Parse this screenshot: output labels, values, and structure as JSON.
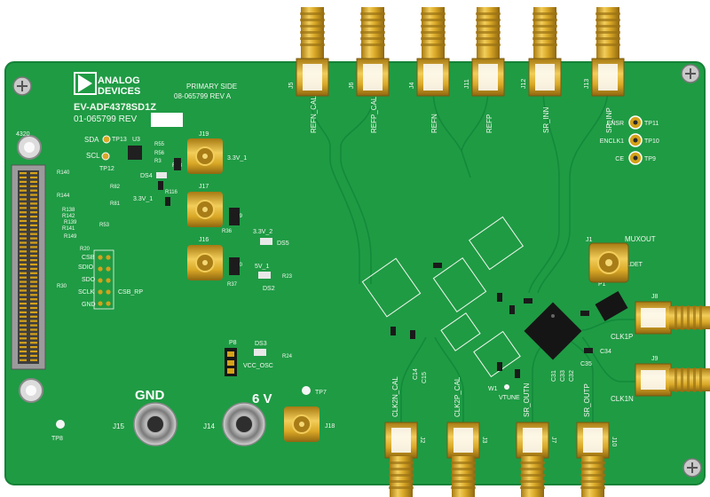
{
  "board": {
    "logo_line1": "ANALOG",
    "logo_line2": "DEVICES",
    "model": "EV-ADF4378SD1Z",
    "part_number": "01-065799 REV",
    "primary_side_1": "PRIMARY SIDE",
    "primary_side_2": "08-065799 REV A",
    "footprint_label": "4320"
  },
  "connectors_top": [
    {
      "ref": "J5",
      "label": "REFN_CAL"
    },
    {
      "ref": "J6",
      "label": "REFP_CAL"
    },
    {
      "ref": "J4",
      "label": "REFN"
    },
    {
      "ref": "J11",
      "label": "REFP"
    },
    {
      "ref": "J12",
      "label": "SR_INN"
    },
    {
      "ref": "J13",
      "label": "SR_INP"
    }
  ],
  "connectors_bottom": [
    {
      "ref": "J2",
      "label": "CLK2N_CAL"
    },
    {
      "ref": "J3",
      "label": "CLK2P_CAL"
    },
    {
      "ref": "J7",
      "label": "SR_OUTN"
    },
    {
      "ref": "J10",
      "label": "SR_OUTP"
    }
  ],
  "connectors_right": [
    {
      "ref": "J8",
      "label": "CLK1P"
    },
    {
      "ref": "J9",
      "label": "CLK1N"
    },
    {
      "ref": "J1",
      "label": "MUXOUT"
    }
  ],
  "test_points": [
    {
      "ref": "TP11",
      "label": "ENSR"
    },
    {
      "ref": "TP10",
      "label": "ENCLK1"
    },
    {
      "ref": "TP9",
      "label": "CE"
    }
  ],
  "power": {
    "gnd_label": "GND",
    "v_label": "6 V",
    "gnd_jack": "J15",
    "v_jack": "J14",
    "j18": "J18",
    "tp7": "TP7",
    "tp8": "TP8"
  },
  "smb": [
    {
      "ref": "J19",
      "label": "3.3V_1"
    },
    {
      "ref": "J17",
      "label": ""
    },
    {
      "ref": "J16",
      "label": ""
    }
  ],
  "labels": {
    "sda": "SDA",
    "scl": "SCL",
    "tp13": "TP13",
    "tp12": "TP12",
    "u3": "U3",
    "ds4": "DS4",
    "v33_1": "3.3V_1",
    "v33_2": "3.3V_2",
    "ds5": "DS5",
    "v5_1": "5V_1",
    "ds2": "DS2",
    "p8": "P8",
    "ds3": "DS3",
    "vcc_osc": "VCC_OSC",
    "sdio": "SDIO",
    "sdo": "SDO",
    "sclk": "SCLK",
    "csb": "CSB",
    "csb_rp": "CSB_RP",
    "gnd_small": "GND",
    "vtune": "VTUNE",
    "w1": "W1",
    "p1": "P1",
    "ldet": "LDET",
    "c34": "C34",
    "c35": "C35",
    "c14": "C14",
    "c15": "C15",
    "c31": "C31",
    "c32": "C32",
    "c33": "C33"
  },
  "resistors": [
    "R140",
    "R82",
    "R144",
    "R81",
    "R138",
    "R142",
    "R139",
    "R141",
    "R149",
    "R53",
    "R20",
    "R30",
    "R55",
    "R56",
    "R3",
    "R38",
    "R116",
    "R29",
    "R36",
    "R40",
    "R37",
    "R23",
    "R24"
  ],
  "colors": {
    "pcb": "#1f9b44",
    "pcb_dark": "#15803a",
    "silk": "#f4f8f0",
    "gold": "#d4a21a",
    "gold_light": "#f0cc55",
    "connector_body": "#1a1a1a"
  }
}
